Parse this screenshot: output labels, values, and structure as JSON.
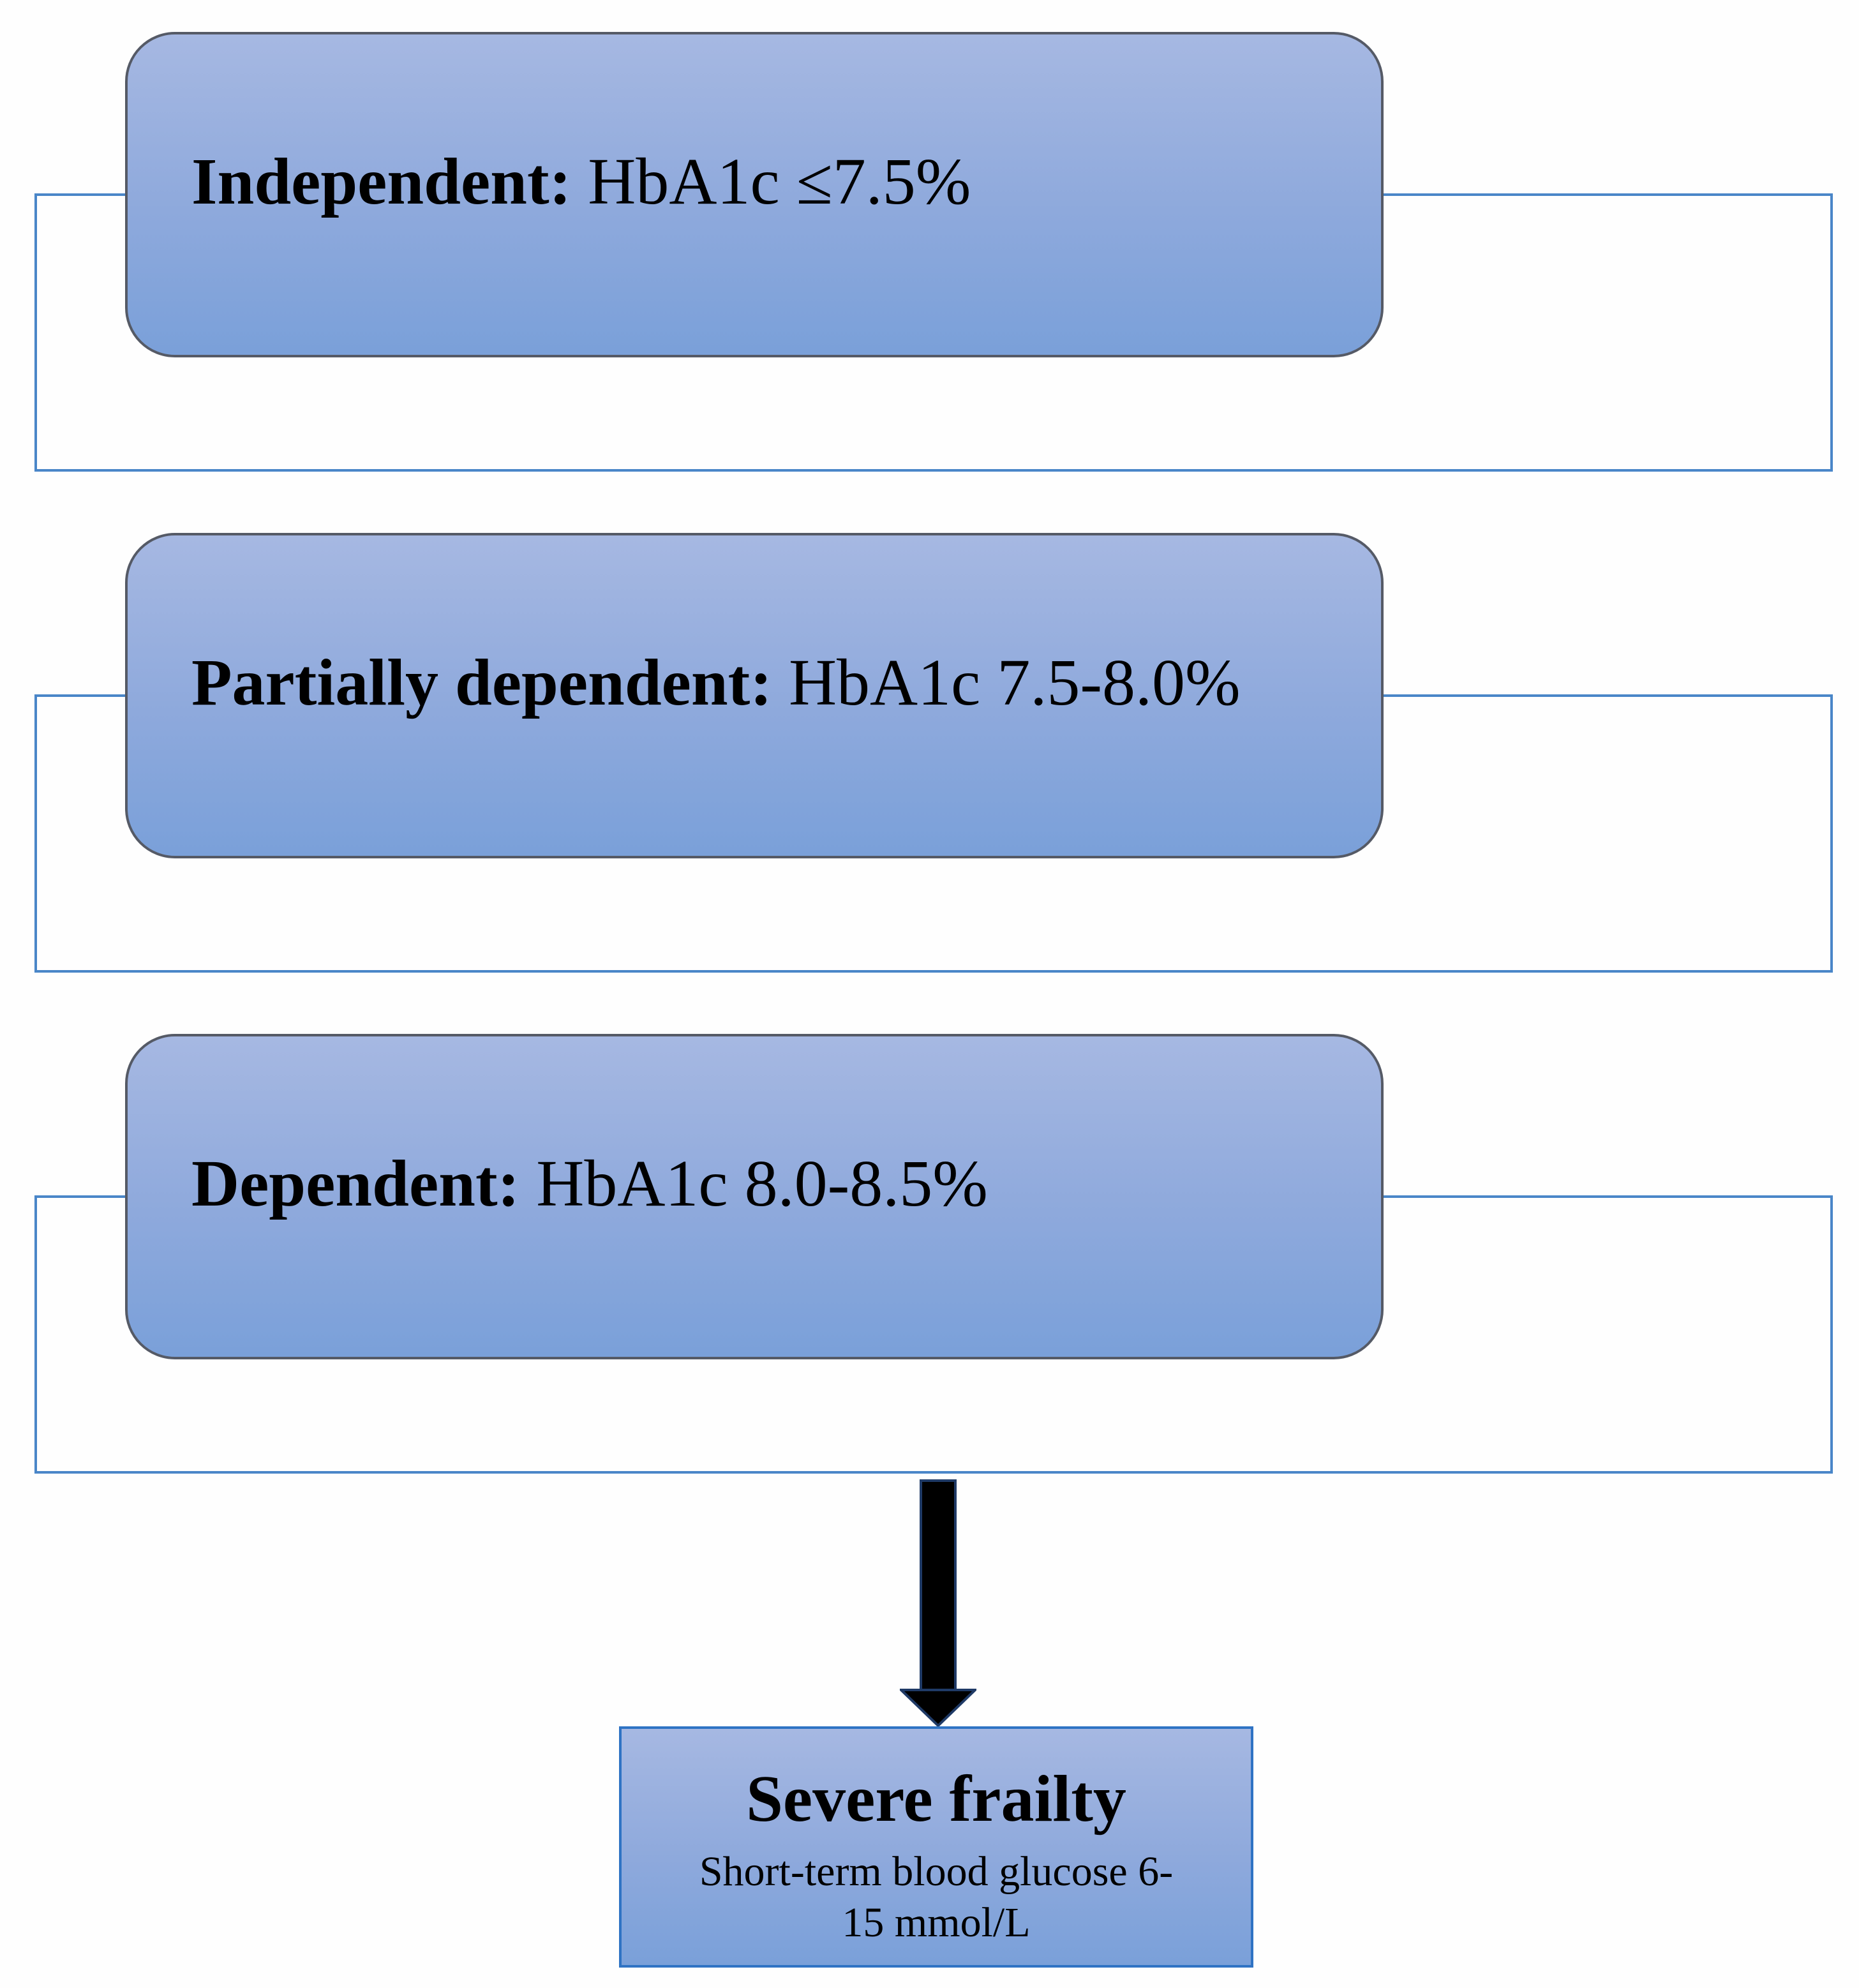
{
  "levels": [
    {
      "label": "Independent:",
      "value": "HbA1c ≤7.5%"
    },
    {
      "label": "Partially dependent:",
      "value": "HbA1c 7.5-8.0%"
    },
    {
      "label": "Dependent:",
      "value": "HbA1c 8.0-8.5%"
    }
  ],
  "result": {
    "title": "Severe frailty",
    "subtitle_line1": "Short-term blood glucose 6-",
    "subtitle_line2": "15 mmol/L"
  },
  "colors": {
    "card_top": "#a6b8e2",
    "card_bottom": "#7aa0d9",
    "frame_line": "#4a86c8",
    "arrow": "#000000"
  }
}
